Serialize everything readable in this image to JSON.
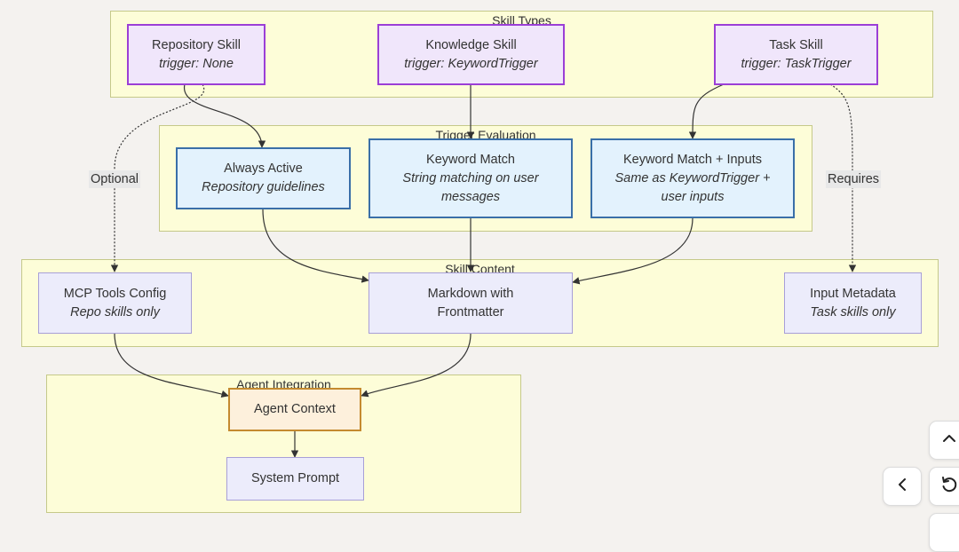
{
  "clusters": {
    "skill_types": "Skill Types",
    "trigger_evaluation": "Trigger Evaluation",
    "skill_content": "Skill Content",
    "agent_integration": "Agent Integration"
  },
  "nodes": {
    "repository_skill": {
      "title": "Repository Skill",
      "sub": "trigger: None"
    },
    "knowledge_skill": {
      "title": "Knowledge Skill",
      "sub": "trigger: KeywordTrigger"
    },
    "task_skill": {
      "title": "Task Skill",
      "sub": "trigger: TaskTrigger"
    },
    "always_active": {
      "title": "Always Active",
      "sub": "Repository guidelines"
    },
    "keyword_match": {
      "title": "Keyword Match",
      "sub": "String matching on user messages"
    },
    "keyword_match_inputs": {
      "title": "Keyword Match + Inputs",
      "sub": "Same as KeywordTrigger + user inputs"
    },
    "mcp_tools_config": {
      "title": "MCP Tools Config",
      "sub": "Repo skills only"
    },
    "markdown_frontmatter": {
      "title": "Markdown with Frontmatter"
    },
    "input_metadata": {
      "title": "Input Metadata",
      "sub": "Task skills only"
    },
    "agent_context": {
      "title": "Agent Context"
    },
    "system_prompt": {
      "title": "System Prompt"
    }
  },
  "edge_labels": {
    "optional": "Optional",
    "requires": "Requires"
  },
  "controls": {
    "up_icon": "chevron-up-icon",
    "back_icon": "chevron-left-icon",
    "reset_icon": "reset-icon"
  },
  "colors": {
    "cluster_fill": "#fdfdd8",
    "skill_type_border": "#9b3fd6",
    "trigger_border": "#3a6fa8",
    "context_border": "#c48a2f"
  }
}
